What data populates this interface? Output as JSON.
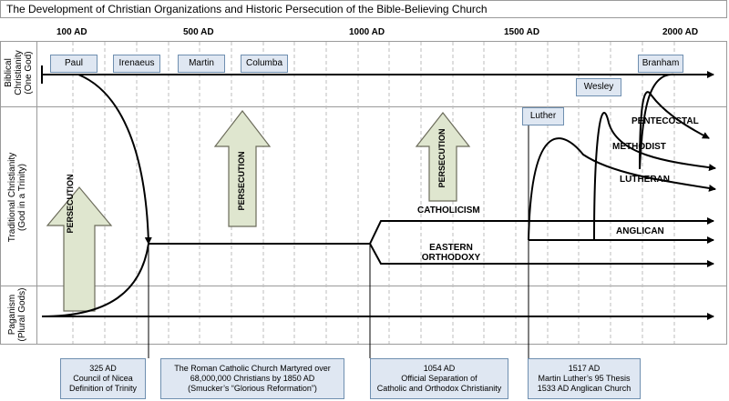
{
  "title": "The Development of Christian Organizations and Historic Persecution of the Bible-Believing Church",
  "years": [
    "100 AD",
    "500 AD",
    "1000 AD",
    "1500 AD",
    "2000 AD"
  ],
  "eras": {
    "biblical": [
      "Biblical",
      "Christianity",
      "(One God)"
    ],
    "traditional": [
      "Traditional Christianity",
      "(God in a Trinity)"
    ],
    "paganism": [
      "Paganism",
      "(Plural Gods)"
    ]
  },
  "people": [
    "Paul",
    "Irenaeus",
    "Martin",
    "Columba",
    "Luther",
    "Wesley",
    "Branham"
  ],
  "persecution_label": "PERSECUTION",
  "flows": {
    "catholicism": "CATHOLICISM",
    "eastern_orthodoxy": [
      "EASTERN",
      "ORTHODOXY"
    ],
    "anglican": "ANGLICAN",
    "lutheran": "LUTHERAN",
    "methodist": "METHODIST",
    "pentecostal": "PENTECOSTAL"
  },
  "notes": [
    [
      "325 AD",
      "Council of Nicea",
      "Definition of Trinity"
    ],
    [
      "The Roman Catholic Church Martyred over",
      "68,000,000 Christians by 1850 AD",
      "(Smucker’s “Glorious Reformation”)"
    ],
    [
      "1054 AD",
      "Official Separation of",
      "Catholic and Orthodox Christianity"
    ],
    [
      "1517 AD",
      "Martin Luther’s 95 Thesis",
      "1533 AD Anglican Church"
    ]
  ],
  "colors": {
    "arrow_fill": "#dfe6cf",
    "arrow_stroke": "#6b6b5a",
    "box_fill": "#dfe7f2",
    "box_stroke": "#6f8fb0",
    "grid": "#bdbdbd"
  }
}
